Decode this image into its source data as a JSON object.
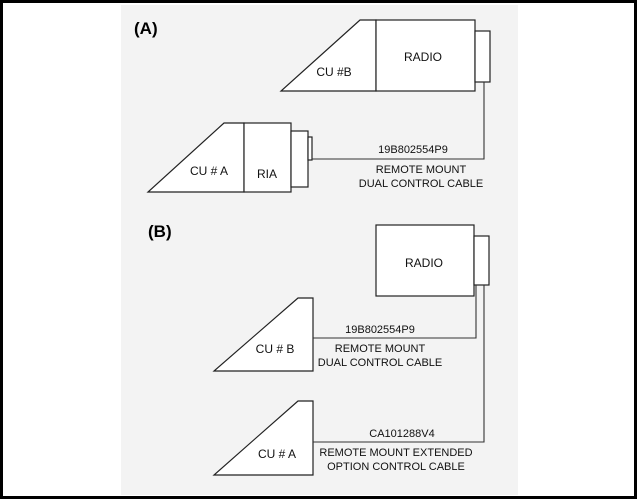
{
  "colors": {
    "frame": "#000000",
    "panel": "#f3f3f3",
    "shape_fill": "#ffffff",
    "line": "#333333"
  },
  "diagram": {
    "section_a": {
      "title": "(A)",
      "cu_b_label": "CU #B",
      "radio_label": "RADIO",
      "cu_a_label": "CU # A",
      "ria_label": "RIA",
      "cable_part_number": "19B802554P9",
      "cable_desc_line1": "REMOTE MOUNT",
      "cable_desc_line2": "DUAL CONTROL CABLE"
    },
    "section_b": {
      "title": "(B)",
      "radio_label": "RADIO",
      "cu_b_label": "CU # B",
      "cu_a_label": "CU # A",
      "cable1_part_number": "19B802554P9",
      "cable1_desc_line1": "REMOTE MOUNT",
      "cable1_desc_line2": "DUAL CONTROL CABLE",
      "cable2_part_number": "CA101288V4",
      "cable2_desc_line1": "REMOTE MOUNT EXTENDED",
      "cable2_desc_line2": "OPTION CONTROL CABLE"
    }
  }
}
